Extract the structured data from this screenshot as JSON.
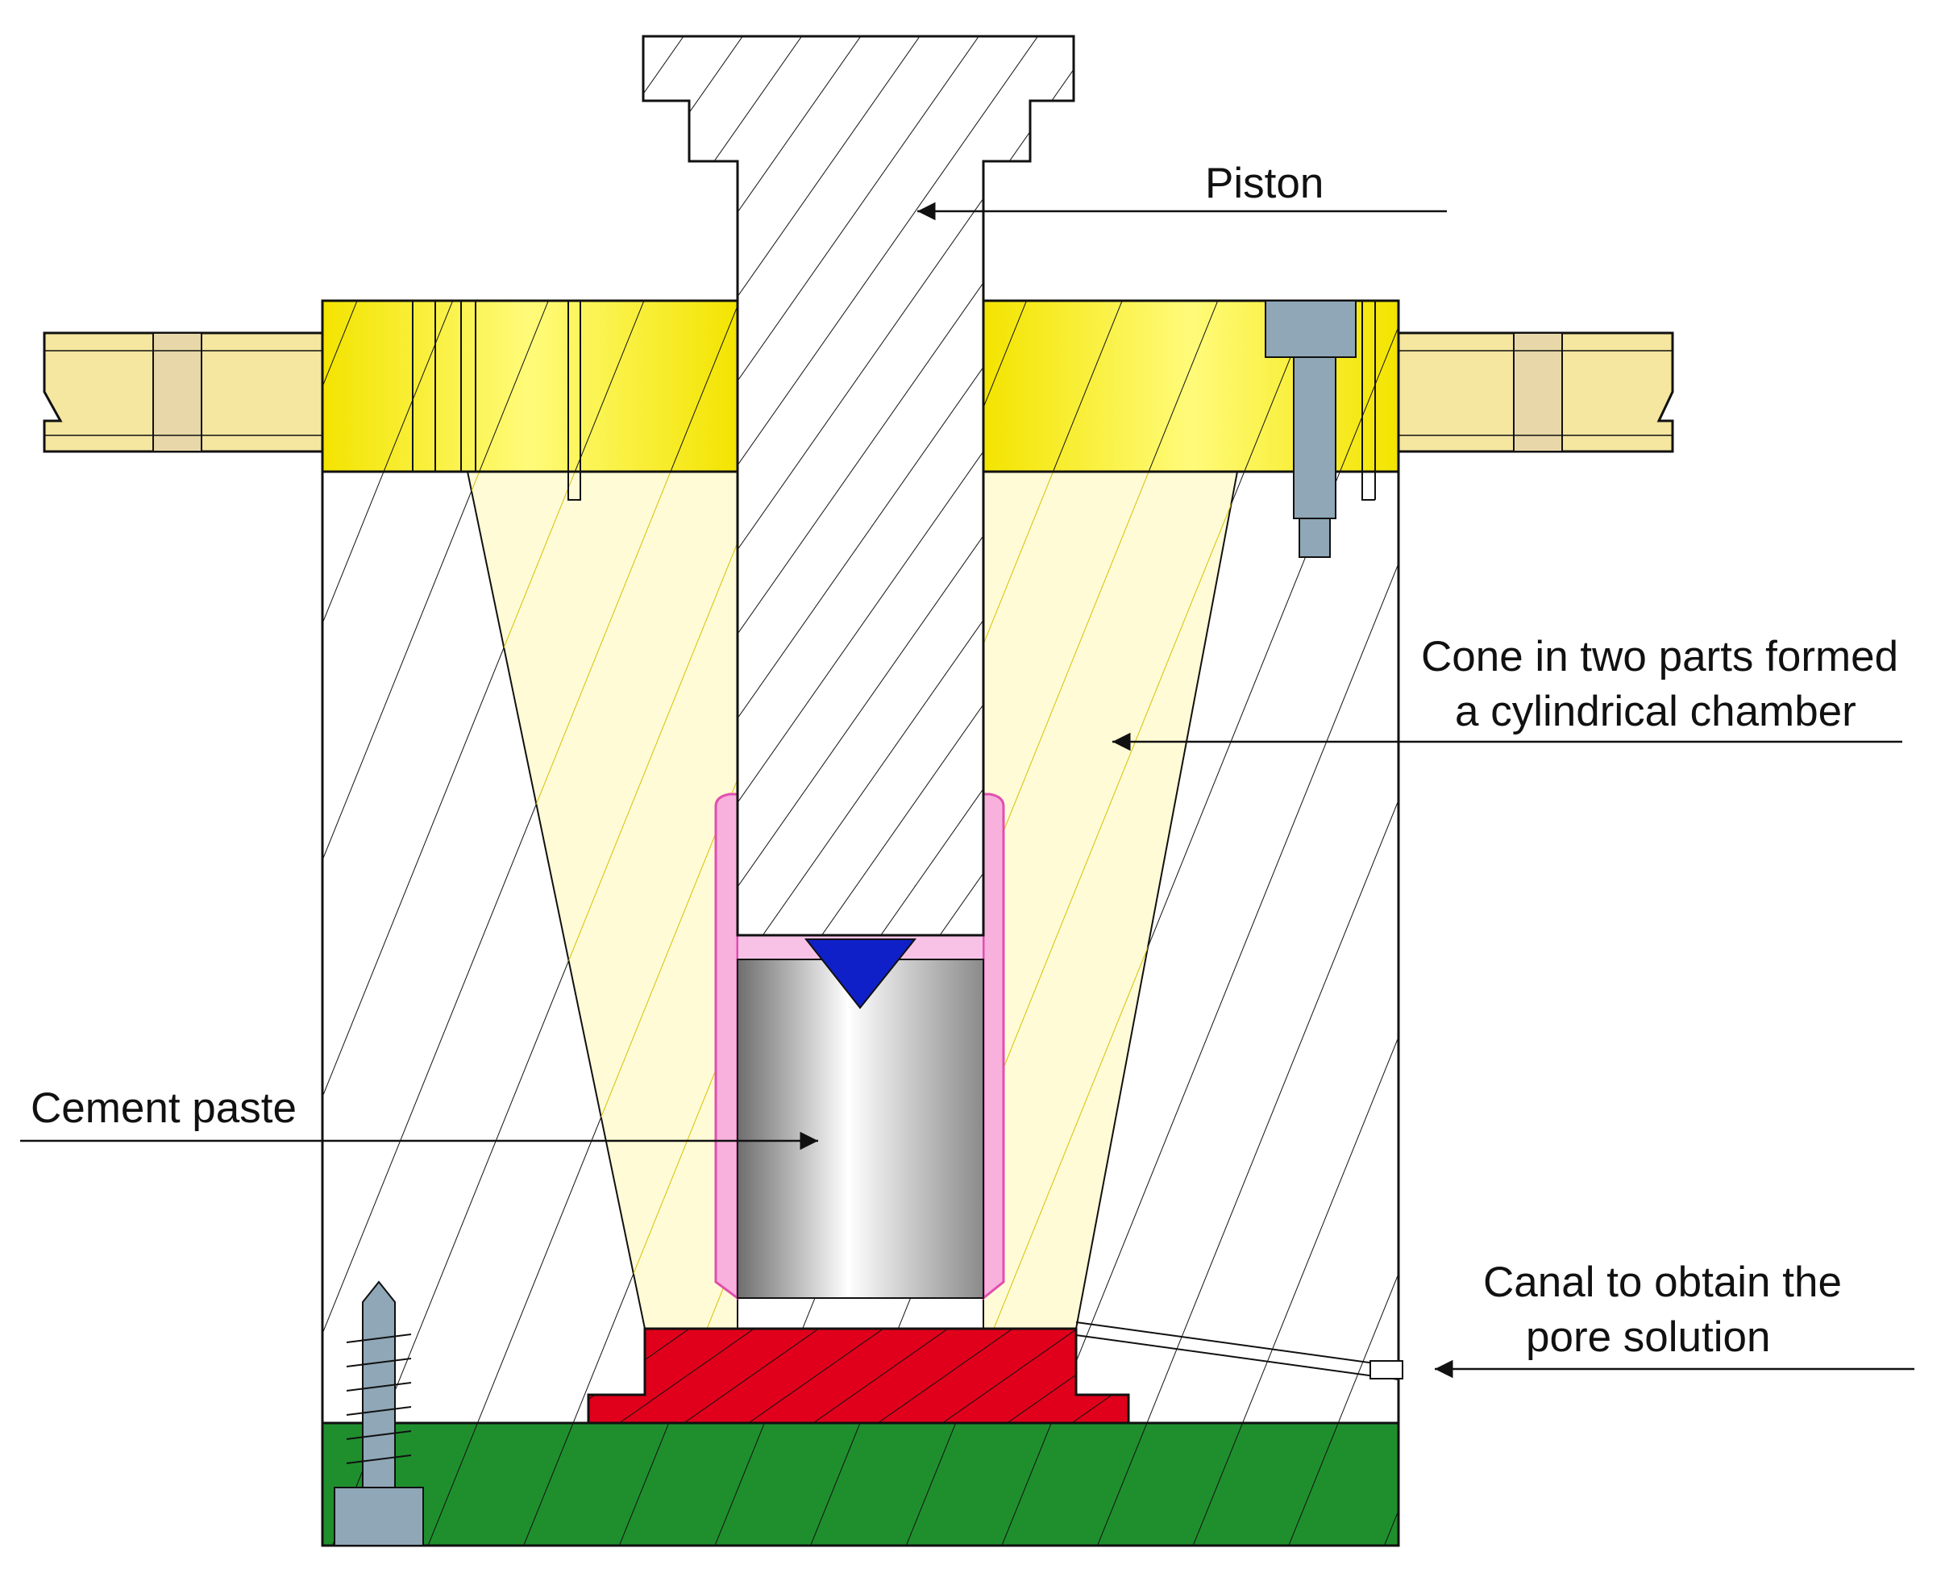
{
  "labels": {
    "piston": "Piston",
    "cone_line1": "Cone in two parts formed",
    "cone_line2": "a cylindrical chamber",
    "cement_paste": "Cement paste",
    "canal_line1": "Canal to obtain the",
    "canal_line2": "pore solution"
  },
  "colors": {
    "piston": "#ffffff",
    "ring_plate": "#f7f200",
    "flange": "#f5e6a0",
    "flange_slot": "#e8d7a8",
    "cone_inner": "#fffbd6",
    "cone_outer": "#ffffff",
    "base": "#1f8f2e",
    "red_plug": "#e0001b",
    "pink_sleeve": "#f8b0dc",
    "pink_edge": "#e04fb0",
    "paste_light": "#ffffff",
    "paste_dark": "#6e6e6e",
    "blue_tip": "#1020c8",
    "screw": "#8fa7b7",
    "line": "#111111"
  }
}
